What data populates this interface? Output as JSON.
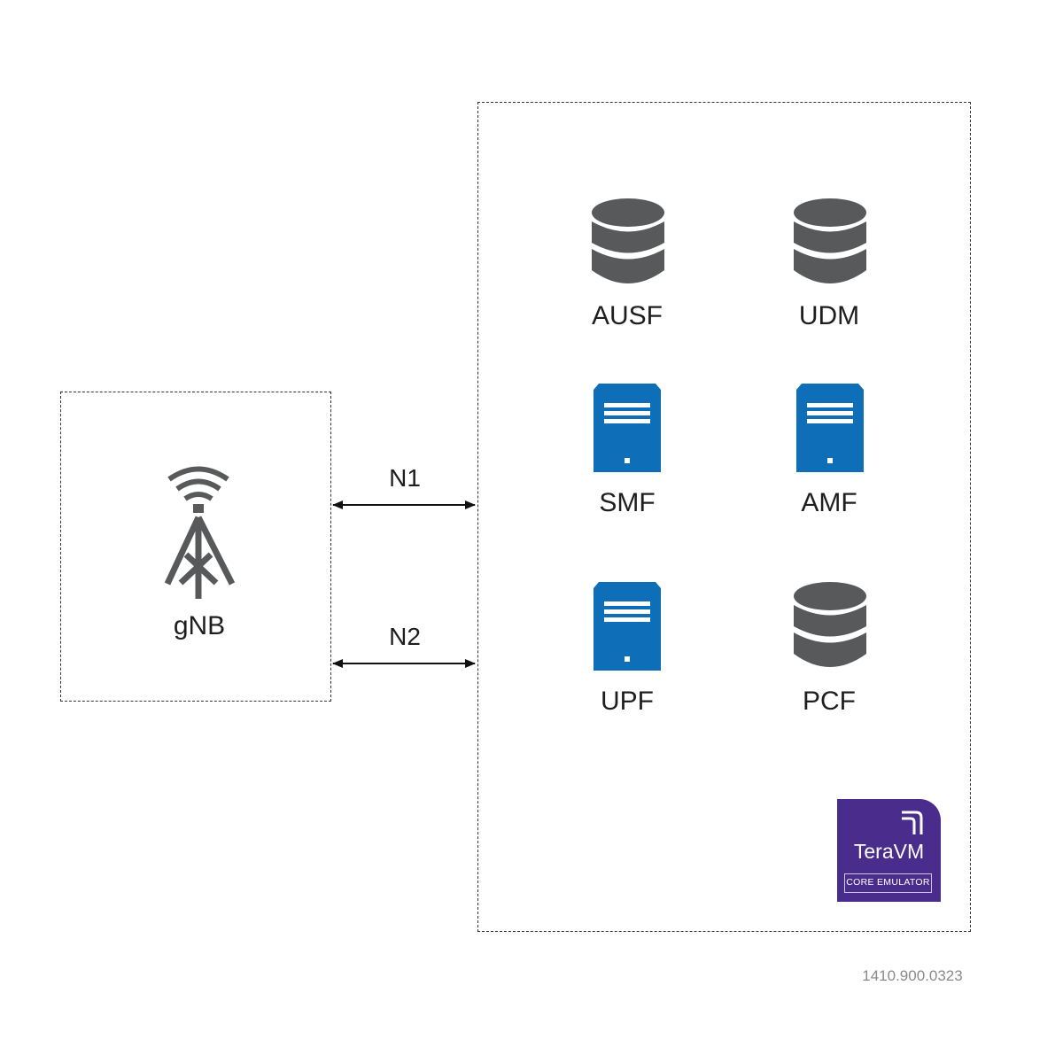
{
  "gnb": {
    "label": "gNB"
  },
  "links": [
    {
      "label": "N1"
    },
    {
      "label": "N2"
    }
  ],
  "core": {
    "functions": [
      {
        "label": "AUSF",
        "icon": "database-icon"
      },
      {
        "label": "UDM",
        "icon": "database-icon"
      },
      {
        "label": "SMF",
        "icon": "server-icon"
      },
      {
        "label": "AMF",
        "icon": "server-icon"
      },
      {
        "label": "UPF",
        "icon": "server-icon"
      },
      {
        "label": "PCF",
        "icon": "database-icon"
      }
    ]
  },
  "badge": {
    "name": "TeraVM",
    "subtitle": "CORE EMULATOR"
  },
  "footer": {
    "code": "1410.900.0323"
  },
  "colors": {
    "database": "#58595b",
    "server": "#0e6fb8",
    "tower": "#58595b",
    "badge": "#4a2c8c"
  }
}
